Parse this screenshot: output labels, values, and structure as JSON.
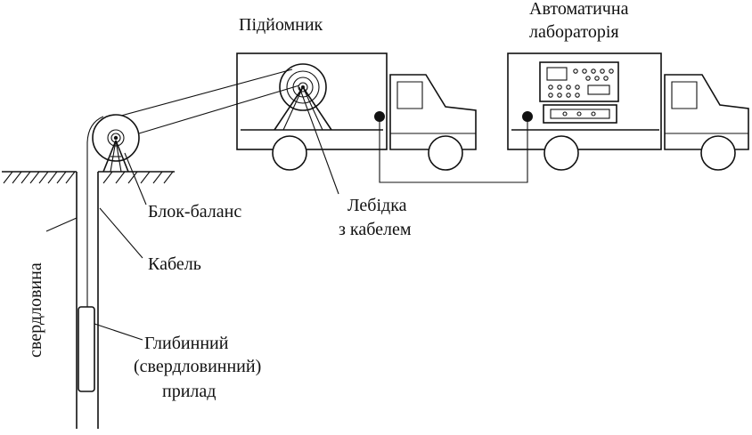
{
  "labels": {
    "lift": "Підйомник",
    "lab_line1": "Автоматична",
    "lab_line2": "лабораторія",
    "pulley": "Блок-баланс",
    "winch_line1": "Лебідка",
    "winch_line2": "з кабелем",
    "cable": "Кабель",
    "tool_line1": "Глибинний",
    "tool_line2": "(свердловинний)",
    "tool_line3": "прилад",
    "well": "свердловина"
  }
}
